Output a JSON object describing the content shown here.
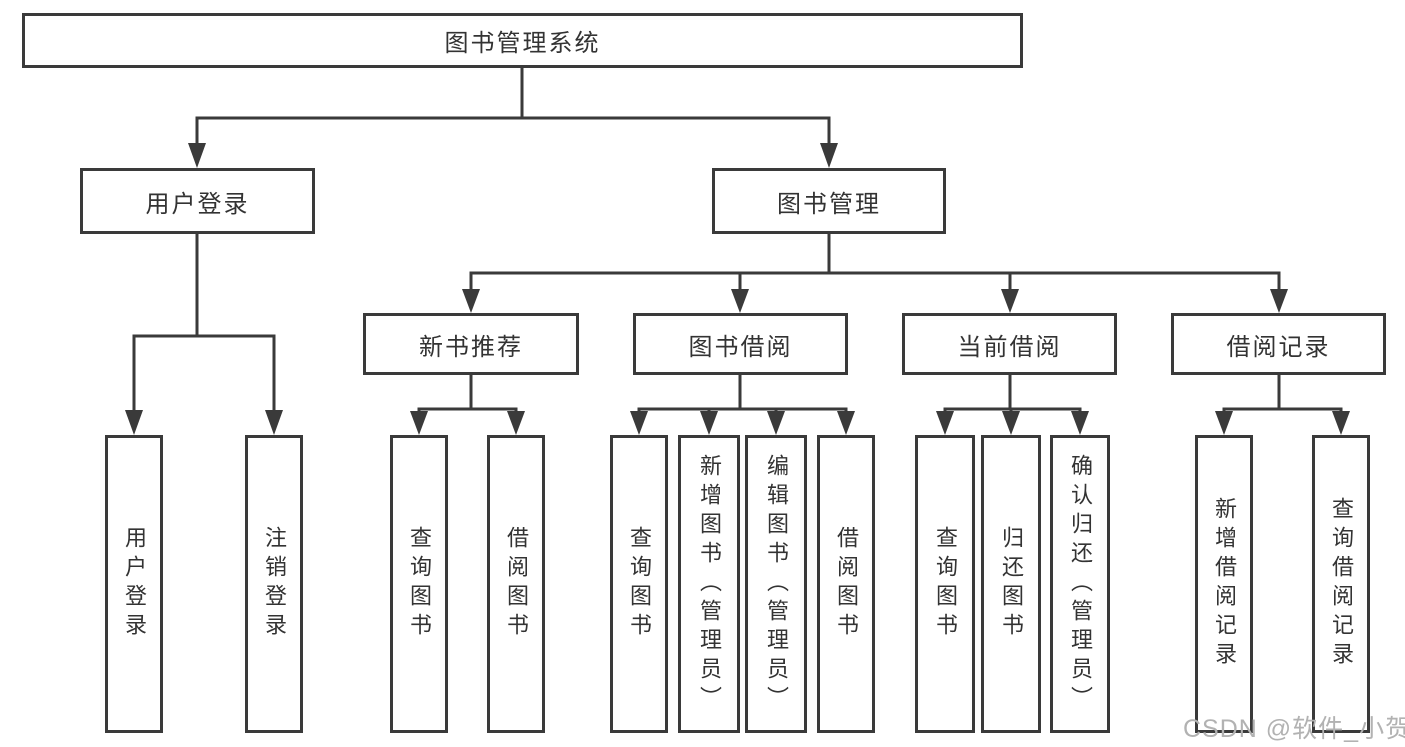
{
  "tree": {
    "root": {
      "label": "图书管理系统"
    },
    "branches": [
      {
        "label": "用户登录",
        "children": [
          {
            "label": "用户登录"
          },
          {
            "label": "注销登录"
          }
        ]
      },
      {
        "label": "图书管理",
        "children": [
          {
            "label": "新书推荐",
            "children": [
              {
                "label": "查询图书"
              },
              {
                "label": "借阅图书"
              }
            ]
          },
          {
            "label": "图书借阅",
            "children": [
              {
                "label": "查询图书"
              },
              {
                "label": "新增图书（管理员）"
              },
              {
                "label": "编辑图书（管理员）"
              },
              {
                "label": "借阅图书"
              }
            ]
          },
          {
            "label": "当前借阅",
            "children": [
              {
                "label": "查询图书"
              },
              {
                "label": "归还图书"
              },
              {
                "label": "确认归还（管理员）"
              }
            ]
          },
          {
            "label": "借阅记录",
            "children": [
              {
                "label": "新增借阅记录"
              },
              {
                "label": "查询借阅记录"
              }
            ]
          }
        ]
      }
    ]
  },
  "watermark": {
    "text": "CSDN @软件_小贺同学"
  },
  "colors": {
    "line": "#3a3a3a",
    "text": "#333333",
    "watermark": "#b2b2b2",
    "background": "#ffffff"
  }
}
